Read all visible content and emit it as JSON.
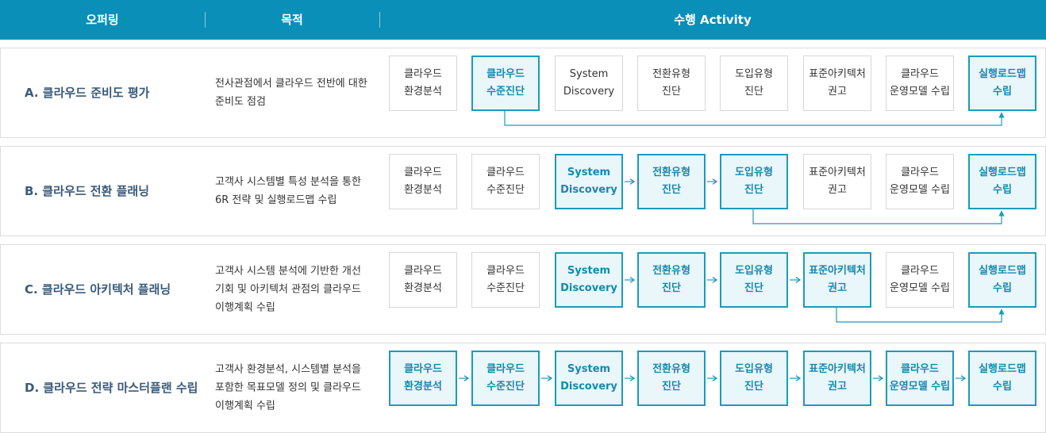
{
  "header": {
    "col_offering": "오퍼링",
    "col_purpose": "목적",
    "col_activity": "수행 Activity"
  },
  "colors": {
    "header_bg": "#0a8fb8",
    "highlight_border": "#1b9bbd",
    "highlight_bg": "#e9f6fa",
    "highlight_text": "#1789ad"
  },
  "activities": [
    "클라우드\n환경분석",
    "클라우드\n수준진단",
    "System\nDiscovery",
    "전환유형\n진단",
    "도입유형\n진단",
    "표준아키텍처\n권고",
    "클라우드\n운영모델 수립",
    "실행로드맵\n수립"
  ],
  "rows": [
    {
      "offering": "A. 클라우드 준비도 평가",
      "purpose": "전사관점에서 클라우드 전반에 대한 준비도 점검",
      "highlighted": [
        1,
        7
      ],
      "arrows": [],
      "link": [
        1,
        7
      ]
    },
    {
      "offering": "B. 클라우드 전환 플래닝",
      "purpose": "고객사 시스템별 특성 분석을 통한 6R 전략 및 실행로드맵 수립",
      "highlighted": [
        2,
        3,
        4,
        7
      ],
      "arrows": [
        2,
        3
      ],
      "link": [
        4,
        7
      ]
    },
    {
      "offering": "C.  클라우드 아키텍처 플래닝",
      "purpose": "고객사 시스템 분석에 기반한 개선기회 및 아키텍처 관점의 클라우드 이행계획 수립",
      "highlighted": [
        2,
        3,
        4,
        5,
        7
      ],
      "arrows": [
        2,
        3,
        4
      ],
      "link": [
        5,
        7
      ]
    },
    {
      "offering": "D. 클라우드 전략 마스터플랜 수립",
      "purpose": "고객사 환경분석, 시스템별 분석을 포함한 목표모델 정의 및 클라우드 이행계획 수립",
      "highlighted": [
        0,
        1,
        2,
        3,
        4,
        5,
        6,
        7
      ],
      "arrows": [
        0,
        1,
        2,
        3,
        4,
        5,
        6
      ],
      "link": null
    }
  ]
}
